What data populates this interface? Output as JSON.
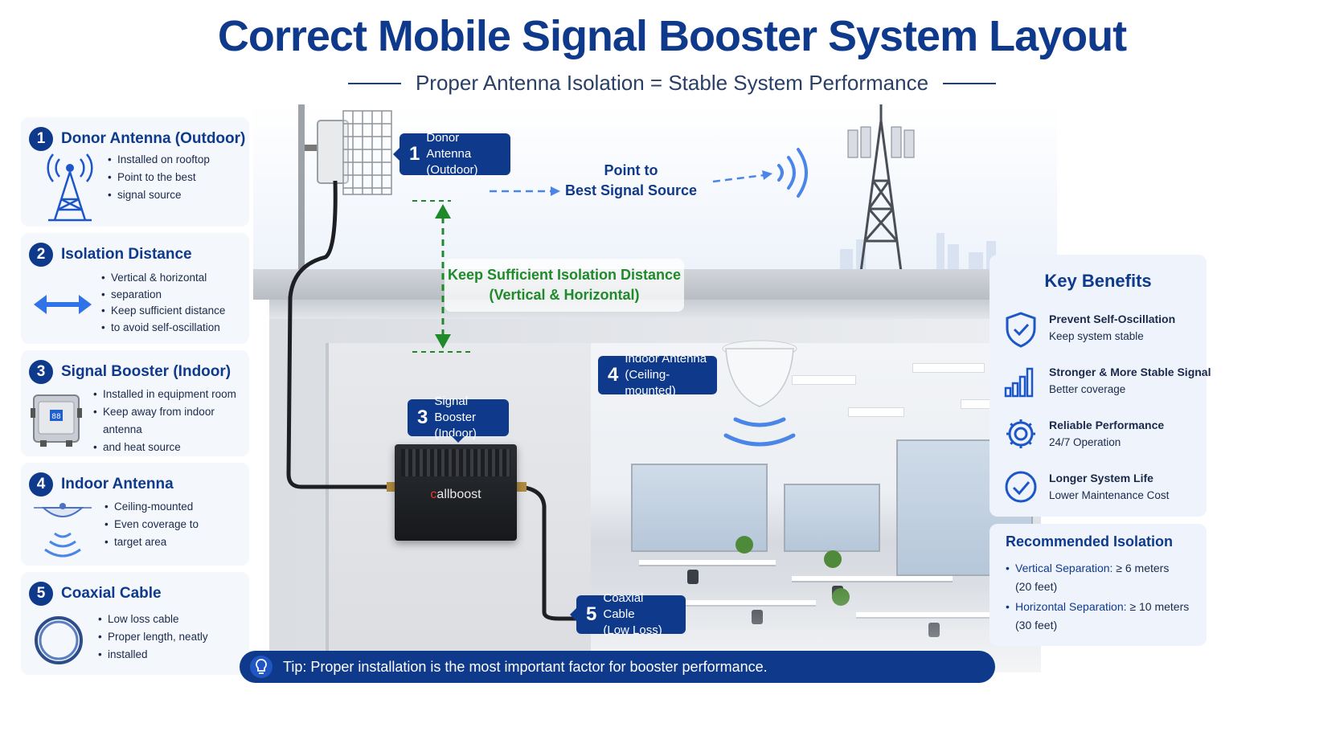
{
  "header": {
    "title": "Correct Mobile Signal Booster System Layout",
    "subtitle": "Proper Antenna Isolation = Stable System Performance"
  },
  "steps": [
    {
      "number": "1",
      "title": "Donor Antenna (Outdoor)",
      "icon": "cell-tower-icon",
      "bullets": [
        "Installed on rooftop",
        "Point to the best",
        "signal source"
      ]
    },
    {
      "number": "2",
      "title": "Isolation Distance",
      "icon": "double-arrow-icon",
      "bullets": [
        "Vertical & horizontal",
        "separation",
        "Keep sufficient distance",
        "to avoid self-oscillation"
      ]
    },
    {
      "number": "3",
      "title": "Signal Booster (Indoor)",
      "icon": "booster-device-icon",
      "bullets": [
        "Installed in equipment room",
        "Keep away from indoor antenna",
        "and heat source"
      ]
    },
    {
      "number": "4",
      "title": "Indoor Antenna",
      "icon": "ceiling-antenna-icon",
      "bullets": [
        "Ceiling-mounted",
        "Even coverage to",
        "target area"
      ]
    },
    {
      "number": "5",
      "title": "Coaxial Cable",
      "icon": "cable-coil-icon",
      "bullets": [
        "Low loss cable",
        "Proper length, neatly",
        "installed"
      ]
    }
  ],
  "scene": {
    "callouts": {
      "donor": {
        "number": "1",
        "line1": "Donor Antenna",
        "line2": "(Outdoor)"
      },
      "indoor_antenna": {
        "number": "4",
        "line1": "Indoor Antenna",
        "line2": "(Ceiling-mounted)"
      },
      "booster": {
        "number": "3",
        "line1": "Signal Booster",
        "line2": "(Indoor)"
      },
      "cable": {
        "number": "5",
        "line1": "Coaxial Cable",
        "line2": "(Low Loss)"
      }
    },
    "point_line1": "Point to",
    "point_line2": "Best Signal Source",
    "isolation_line1": "Keep Sufficient Isolation Distance",
    "isolation_line2": "(Vertical & Horizontal)",
    "brand_c": "c",
    "brand_rest": "allboost"
  },
  "tip": "Tip: Proper installation is the most important factor for booster performance.",
  "benefits": {
    "title": "Key Benefits",
    "items": [
      {
        "icon": "shield-check-icon",
        "title": "Prevent Self-Oscillation",
        "desc": "Keep system stable"
      },
      {
        "icon": "signal-bars-icon",
        "title": "Stronger & More Stable Signal",
        "desc": "Better coverage"
      },
      {
        "icon": "gear-icon",
        "title": "Reliable Performance",
        "desc": "24/7 Operation"
      },
      {
        "icon": "check-circle-icon",
        "title": "Longer System Life",
        "desc": "Lower Maintenance Cost"
      }
    ]
  },
  "recommended": {
    "title": "Recommended Isolation",
    "items": [
      {
        "label": "Vertical Separation:",
        "value": "≥ 6 meters",
        "unit": "(20 feet)"
      },
      {
        "label": "Horizontal Separation:",
        "value": "≥ 10 meters",
        "unit": "(30 feet)"
      }
    ]
  },
  "colors": {
    "primary": "#0f3a8c",
    "green": "#1f8a2a",
    "wave": "#4a86e8"
  }
}
